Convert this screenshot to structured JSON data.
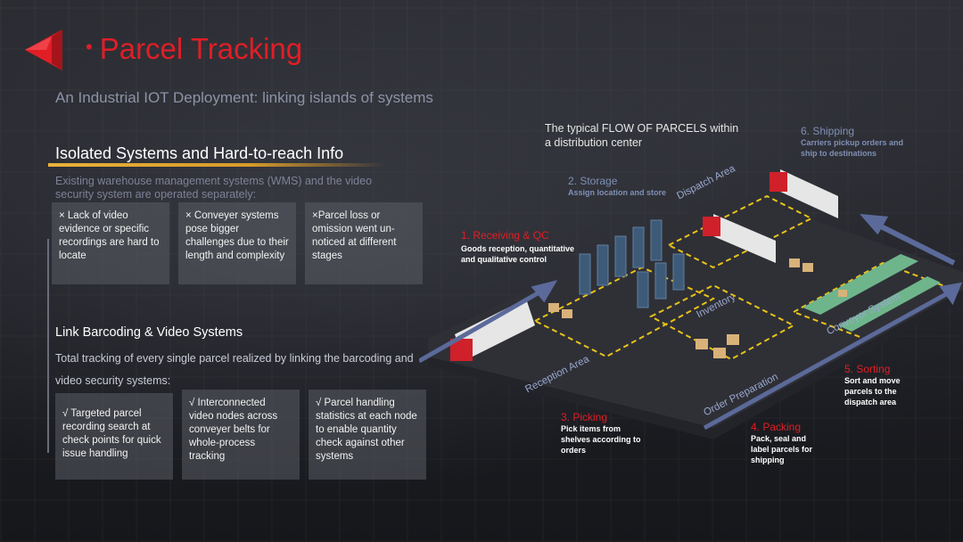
{
  "header": {
    "title": "Parcel Tracking",
    "bullet": "•",
    "subtitle": "An Industrial IOT Deployment: linking islands of systems"
  },
  "colors": {
    "brand_red": "#e01e26",
    "accent_gold": "#e8b23a",
    "zone_blue": "#9aa8d0"
  },
  "section1": {
    "title": "Isolated Systems and Hard-to-reach Info",
    "description": "Existing warehouse management systems (WMS) and the video security system are operated separately:",
    "cards": [
      "× Lack of video evidence or specific recordings are hard to locate",
      "× Conveyer systems pose bigger challenges due to their length and complexity",
      "×Parcel loss or omission went un-noticed at different stages"
    ]
  },
  "section2": {
    "title": "Link Barcoding & Video Systems",
    "description": "Total tracking of every single parcel realized by linking the barcoding and video security systems:",
    "cards": [
      "√ Targeted parcel recording search at check points for quick issue handling",
      "√ Interconnected video nodes across conveyer belts for whole-process tracking",
      "√ Parcel handling statistics at each node to enable quantity check against other systems"
    ]
  },
  "flow": {
    "title_line1": "The typical FLOW OF PARCELS within",
    "title_line2": "a distribution center",
    "steps": {
      "receiving": {
        "title": "1.   Receiving & QC",
        "desc": "Goods reception, quantitative and qualitative control"
      },
      "storage": {
        "title": "2. Storage",
        "desc": "Assign location and store"
      },
      "picking": {
        "title": "3. Picking",
        "desc": "Pick items from shelves according to orders"
      },
      "packing": {
        "title": "4. Packing",
        "desc": "Pack, seal and label parcels for shipping"
      },
      "sorting": {
        "title": "5. Sorting",
        "desc": "Sort and move parcels to the dispatch area"
      },
      "shipping": {
        "title": "6. Shipping",
        "desc": "Carriers pickup orders and ship to destinations"
      }
    },
    "zones": {
      "dispatch": "Dispatch Area",
      "inventory": "Inventory",
      "conveyor": "Convoyor System",
      "reception": "Reception Area",
      "order_prep": "Order Preparation"
    }
  }
}
